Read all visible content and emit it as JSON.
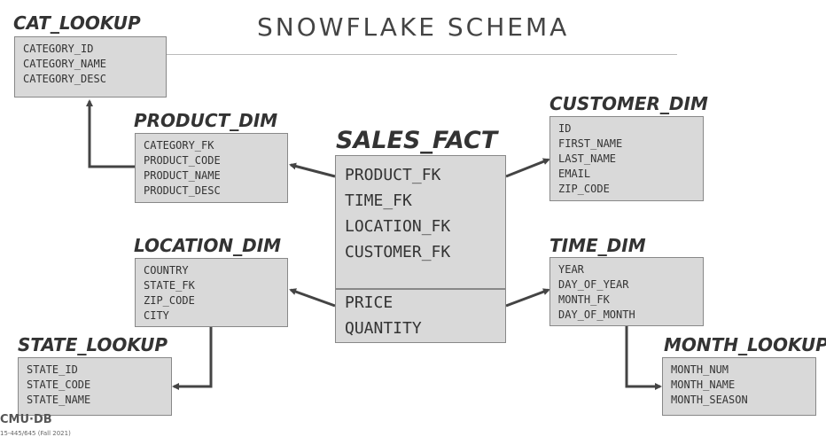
{
  "title": "SNOWFLAKE SCHEMA",
  "tables": {
    "cat_lookup": {
      "name": "CAT_LOOKUP",
      "fields": [
        "CATEGORY_ID",
        "CATEGORY_NAME",
        "CATEGORY_DESC"
      ]
    },
    "product_dim": {
      "name": "PRODUCT_DIM",
      "fields": [
        "CATEGORY_FK",
        "PRODUCT_CODE",
        "PRODUCT_NAME",
        "PRODUCT_DESC"
      ]
    },
    "sales_fact": {
      "name": "SALES_FACT",
      "keys": [
        "PRODUCT_FK",
        "TIME_FK",
        "LOCATION_FK",
        "CUSTOMER_FK"
      ],
      "measures": [
        "PRICE",
        "QUANTITY"
      ]
    },
    "customer_dim": {
      "name": "CUSTOMER_DIM",
      "fields": [
        "ID",
        "FIRST_NAME",
        "LAST_NAME",
        "EMAIL",
        "ZIP_CODE"
      ]
    },
    "location_dim": {
      "name": "LOCATION_DIM",
      "fields": [
        "COUNTRY",
        "STATE_FK",
        "ZIP_CODE",
        "CITY"
      ]
    },
    "time_dim": {
      "name": "TIME_DIM",
      "fields": [
        "YEAR",
        "DAY_OF_YEAR",
        "MONTH_FK",
        "DAY_OF_MONTH"
      ]
    },
    "state_lookup": {
      "name": "STATE_LOOKUP",
      "fields": [
        "STATE_ID",
        "STATE_CODE",
        "STATE_NAME"
      ]
    },
    "month_lookup": {
      "name": "MONTH_LOOKUP",
      "fields": [
        "MONTH_NUM",
        "MONTH_NAME",
        "MONTH_SEASON"
      ]
    }
  },
  "footer": {
    "logo": "CMU·DB",
    "course": "15-445/645 (Fall 2021)"
  },
  "colors": {
    "box_fill": "#d9d9d9",
    "box_border": "#888888",
    "arrow": "#444444"
  }
}
